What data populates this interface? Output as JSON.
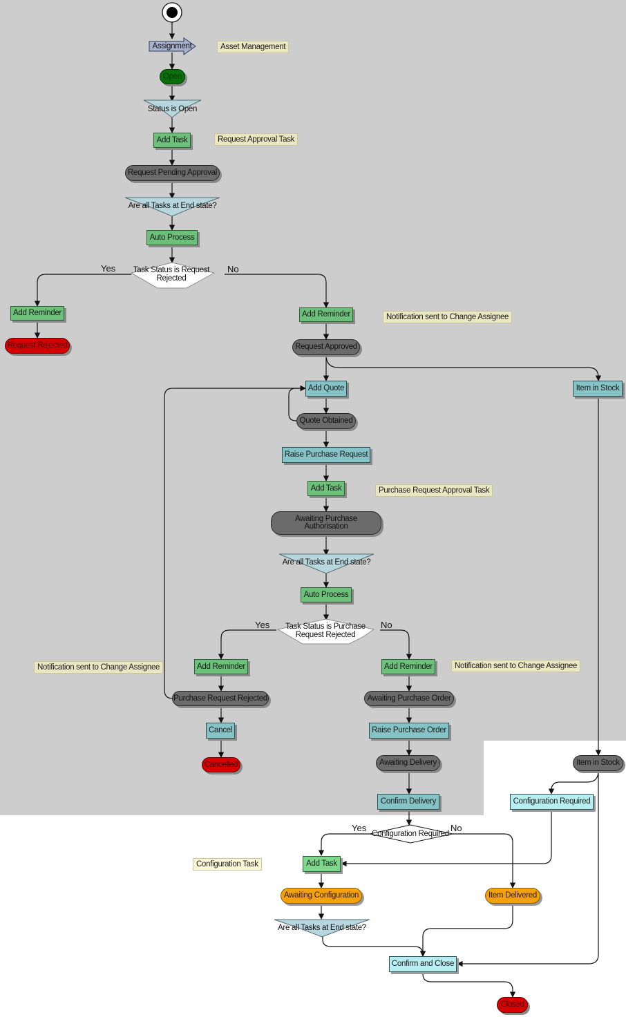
{
  "start": {
    "label": ""
  },
  "assignment": {
    "label": "Assignment"
  },
  "open": {
    "label": "Open"
  },
  "status_is_open": {
    "label": "Status is Open"
  },
  "add_task_1": {
    "label": "Add Task"
  },
  "request_pending": {
    "label": "Request Pending Approval"
  },
  "all_tasks_1": {
    "label": "Are all Tasks at End state?"
  },
  "auto_process_1": {
    "label": "Auto Process"
  },
  "task_status_rejected": {
    "label": "Task Status is Request\nRejected"
  },
  "add_reminder_left": {
    "label": "Add Reminder"
  },
  "request_rejected": {
    "label": "Request Rejected"
  },
  "add_reminder_mid": {
    "label": "Add Reminder"
  },
  "request_approved": {
    "label": "Request Approved"
  },
  "add_quote": {
    "label": "Add Quote"
  },
  "quote_obtained": {
    "label": "Quote Obtained"
  },
  "raise_pr": {
    "label": "Raise Purchase Request"
  },
  "add_task_2": {
    "label": "Add Task"
  },
  "awaiting_auth": {
    "label": "Awaiting Purchase\nAuthorisation"
  },
  "all_tasks_2": {
    "label": "Are all Tasks at End state?"
  },
  "auto_process_2": {
    "label": "Auto Process"
  },
  "task_status_pr_rejected": {
    "label": "Task Status is Purchase\nRequest Rejected"
  },
  "add_reminder_pr_left": {
    "label": "Add Reminder"
  },
  "pr_rejected": {
    "label": "Purchase Request Rejected"
  },
  "cancel": {
    "label": "Cancel"
  },
  "cancelled": {
    "label": "Cancelled"
  },
  "add_reminder_pr_right": {
    "label": "Add Reminder"
  },
  "awaiting_po": {
    "label": "Awaiting Purchase Order"
  },
  "raise_po": {
    "label": "Raise Purchase Order"
  },
  "awaiting_delivery": {
    "label": "Awaiting Delivery"
  },
  "confirm_delivery": {
    "label": "Confirm Delivery"
  },
  "item_in_stock_task": {
    "label": "Item in Stock"
  },
  "item_in_stock_state": {
    "label": "Item in Stock"
  },
  "configuration_required_task": {
    "label": "Configuration Required"
  },
  "configuration_required_decision": {
    "label": "Configuration Required"
  },
  "add_task_3": {
    "label": "Add Task"
  },
  "awaiting_configuration": {
    "label": "Awaiting Configuration"
  },
  "item_delivered": {
    "label": "Item Delivered"
  },
  "all_tasks_3": {
    "label": "Are all Tasks at End state?"
  },
  "confirm_and_close": {
    "label": "Confirm and Close"
  },
  "closed": {
    "label": "Closed"
  },
  "notes": {
    "asset_management": "Asset Management",
    "request_approval_task": "Request Approval Task",
    "notification_1": "Notification sent to Change Assignee",
    "pr_approval_task": "Purchase Request Approval Task",
    "notification_left": "Notification sent to Change Assignee",
    "notification_right": "Notification sent to Change Assignee",
    "configuration_task": "Configuration Task"
  },
  "branch_labels": {
    "yes_1": "Yes",
    "no_1": "No",
    "yes_2": "Yes",
    "no_2": "No",
    "yes_3": "Yes",
    "no_3": "No"
  },
  "colors": {
    "background_gray": "#cdcdcd",
    "task_green": "#6cc07a",
    "task_teal": "#86c3c6",
    "state_gray": "#6b6b6b",
    "end_red": "#d60000",
    "state_orange": "#f4a20c",
    "note_beige": "#e9e6c2"
  }
}
